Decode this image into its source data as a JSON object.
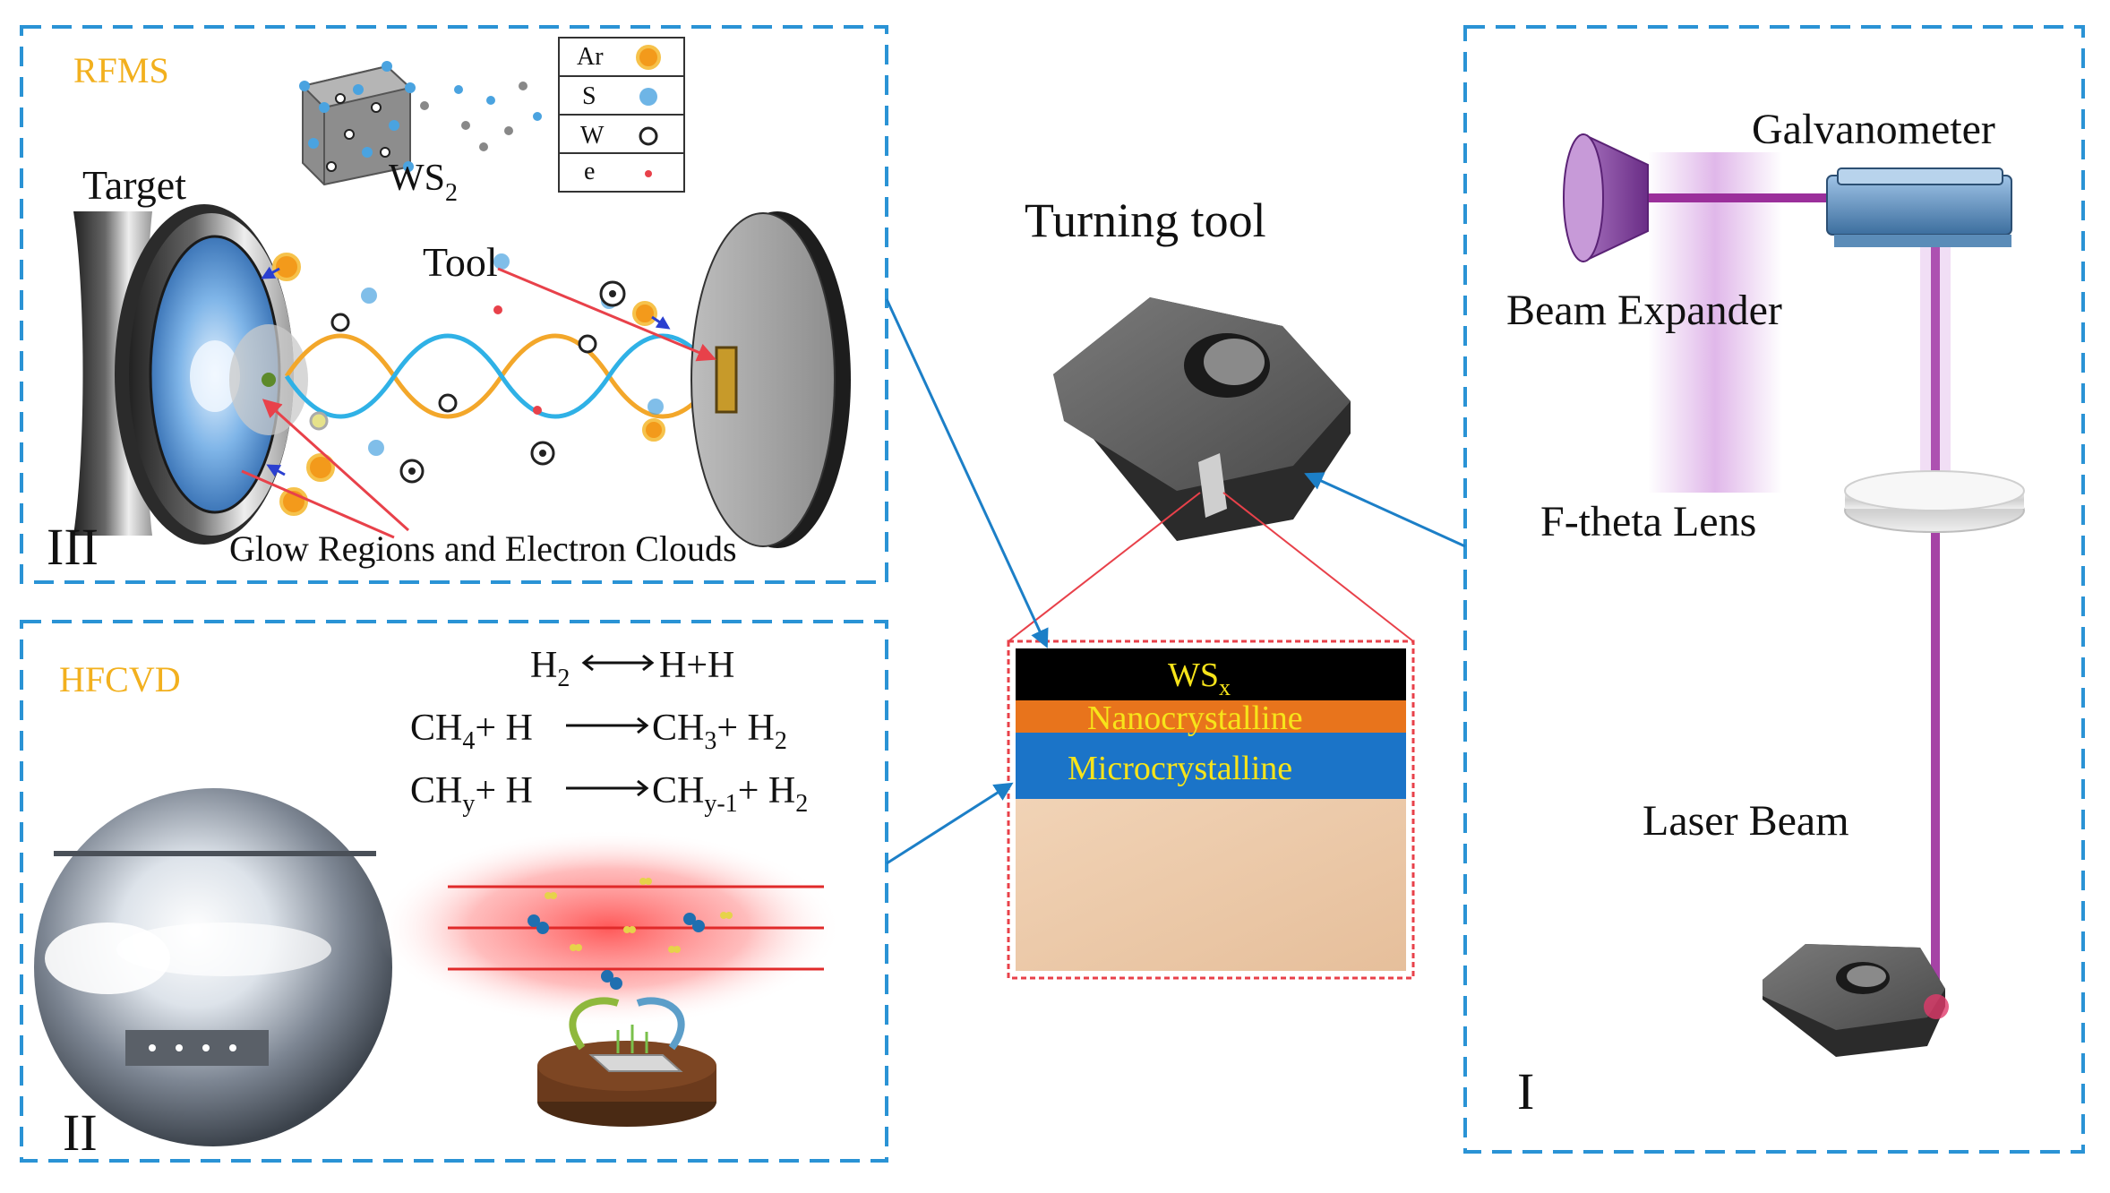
{
  "panels": {
    "rfms": {
      "tag": "RFMS",
      "numeral": "III"
    },
    "hfcvd": {
      "tag": "HFCVD",
      "numeral": "II"
    },
    "laser": {
      "numeral": "I"
    }
  },
  "rfms": {
    "target_label": "Target",
    "tool_label": "Tool",
    "ws2_main": "WS",
    "ws2_sub": "2",
    "glow_label": "Glow Regions and Electron Clouds",
    "legend": [
      {
        "symbol": "Ar",
        "marker": "argon-ion"
      },
      {
        "symbol": "S",
        "marker": "sulfur-atom"
      },
      {
        "symbol": "W",
        "marker": "tungsten-atom"
      },
      {
        "symbol": "e",
        "marker": "electron"
      }
    ]
  },
  "hfcvd": {
    "eq1": {
      "lhs": "H",
      "lhs_sub": "2",
      "rhs": "H+H"
    },
    "eq2": {
      "a": "CH",
      "a_sub": "4",
      "b": "+ H",
      "c": "CH",
      "c_sub": "3",
      "d": "+ H",
      "d_sub": "2"
    },
    "eq3": {
      "a": "CH",
      "a_sub": "y",
      "b": "+ H",
      "c": "CH",
      "c_sub": "y-1",
      "d": "+ H",
      "d_sub": "2"
    }
  },
  "center": {
    "turning_tool_label": "Turning tool",
    "layers": [
      {
        "name": "WS",
        "sub": "x",
        "color": "#000000",
        "text_color": "#f7e41a"
      },
      {
        "name": "Nanocrystalline",
        "sub": "",
        "color": "#e8741c",
        "text_color": "#f7e41a"
      },
      {
        "name": "Microcrystalline",
        "sub": "",
        "color": "#1b74c8",
        "text_color": "#f7e41a"
      }
    ],
    "substrate_color": "#ecc9a8"
  },
  "laser": {
    "galvanometer": "Galvanometer",
    "beam_expander": "Beam Expander",
    "ftheta_lens": "F-theta Lens",
    "laser_beam": "Laser Beam"
  },
  "colors": {
    "dash_frame": "#2a93d5",
    "section_tag": "#f2b01e",
    "beam": "#9b2f9b",
    "arrow_blue": "#1c7fc7",
    "arrow_red": "#e8414a"
  }
}
